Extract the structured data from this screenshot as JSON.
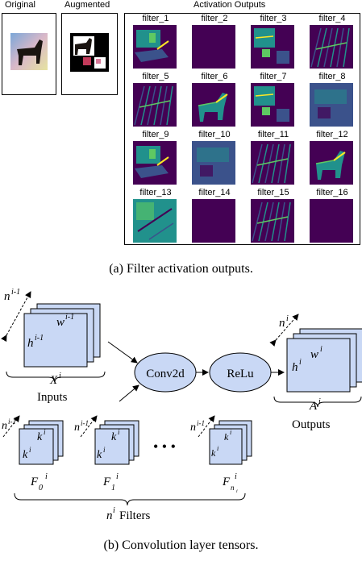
{
  "panel_a": {
    "label_original": "Original",
    "label_augmented": "Augmented",
    "label_activation": "Activation Outputs",
    "filters": [
      {
        "name": "filter_1",
        "pattern": "bright"
      },
      {
        "name": "filter_2",
        "pattern": "blank"
      },
      {
        "name": "filter_3",
        "pattern": "blocky"
      },
      {
        "name": "filter_4",
        "pattern": "edges"
      },
      {
        "name": "filter_5",
        "pattern": "edges"
      },
      {
        "name": "filter_6",
        "pattern": "horse"
      },
      {
        "name": "filter_7",
        "pattern": "blocky"
      },
      {
        "name": "filter_8",
        "pattern": "dim"
      },
      {
        "name": "filter_9",
        "pattern": "bright"
      },
      {
        "name": "filter_10",
        "pattern": "dim"
      },
      {
        "name": "filter_11",
        "pattern": "edges"
      },
      {
        "name": "filter_12",
        "pattern": "horse"
      },
      {
        "name": "filter_13",
        "pattern": "teal"
      },
      {
        "name": "filter_14",
        "pattern": "blank"
      },
      {
        "name": "filter_15",
        "pattern": "edges"
      },
      {
        "name": "filter_16",
        "pattern": "blank"
      }
    ],
    "caption": "(a) Filter activation outputs."
  },
  "panel_b": {
    "caption": "(b) Convolution layer tensors.",
    "conv_label": "Conv2d",
    "relu_label": "ReLu",
    "inputs_label": "Inputs",
    "outputs_label": "Outputs",
    "filters_label": "Filters",
    "ellipsis": "• • •"
  },
  "colors": {
    "viridis_dark": "#440154",
    "viridis_blue": "#3b528b",
    "viridis_teal": "#21918c",
    "viridis_green": "#5ec962",
    "viridis_yellow": "#fde725",
    "tensor_fill": "#c9d8f5",
    "ellipse_fill": "#c9d8f5"
  }
}
